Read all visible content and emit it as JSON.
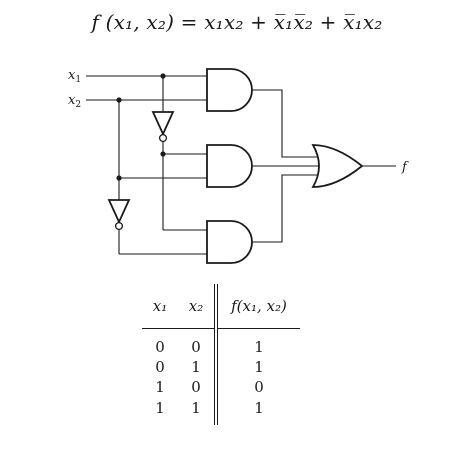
{
  "equation": "f (x₁, x₂) = x₁x₂ + x̅₁x̅₂ + x̅₁x₂",
  "circuit": {
    "inputs": [
      {
        "name": "x",
        "sub": "1"
      },
      {
        "name": "x",
        "sub": "2"
      }
    ],
    "output": "f"
  },
  "truth_table": {
    "headers": [
      "x₁",
      "x₂",
      "f(x₁, x₂)"
    ],
    "rows": [
      [
        "0",
        "0",
        "1"
      ],
      [
        "0",
        "1",
        "1"
      ],
      [
        "1",
        "0",
        "0"
      ],
      [
        "1",
        "1",
        "1"
      ]
    ]
  }
}
